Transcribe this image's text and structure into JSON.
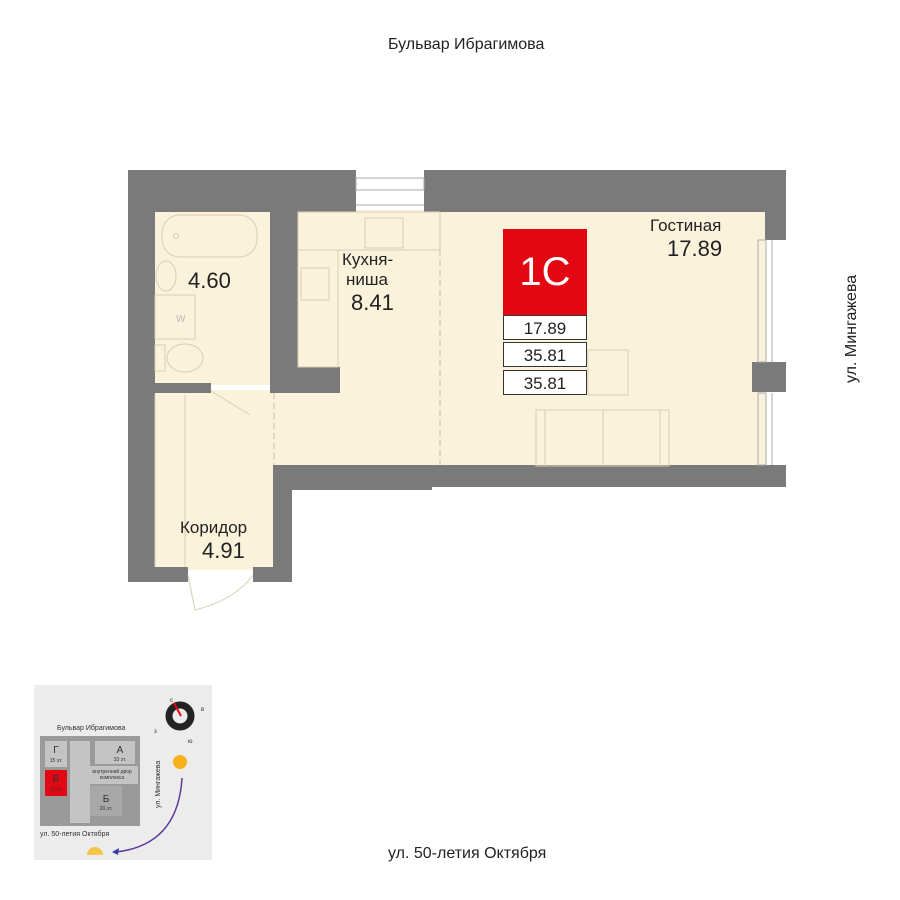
{
  "streets": {
    "top": "Бульвар Ибрагимова",
    "right": "ул. Мингажева",
    "bottom": "ул. 50-летия Октября"
  },
  "rooms": [
    {
      "name": "",
      "area": "4.60"
    },
    {
      "name": "Кухня-ниша",
      "name_line1": "Кухня-",
      "name_line2": "ниша",
      "area": "8.41"
    },
    {
      "name": "Гостиная",
      "area": "17.89"
    },
    {
      "name": "Коридор",
      "area": "4.91"
    }
  ],
  "badge": {
    "type": "1С",
    "living_area": "17.89",
    "total_area": "35.81",
    "total_area_2": "35.81"
  },
  "washer_label": "W",
  "minimap": {
    "street_top": "Бульвар Ибрагимова",
    "street_right": "ул. Мингажева",
    "street_bottom": "ул. 50-летия Октября",
    "courtyard_line1": "внутренний двор",
    "courtyard_line2": "комплекса",
    "buildings": [
      {
        "letter": "Г",
        "floors": "15 эт."
      },
      {
        "letter": "А",
        "floors": "33 эт."
      },
      {
        "letter": "В",
        "floors": "15 эт."
      },
      {
        "letter": "Б",
        "floors": "20 эт."
      }
    ],
    "compass": {
      "n": "с",
      "e": "в",
      "s": "ю",
      "w": "з"
    }
  },
  "colors": {
    "wall": "#7a7a7a",
    "floor": "#fbf2dc",
    "accent": "#e30613",
    "minimap_bg": "#ececec"
  }
}
